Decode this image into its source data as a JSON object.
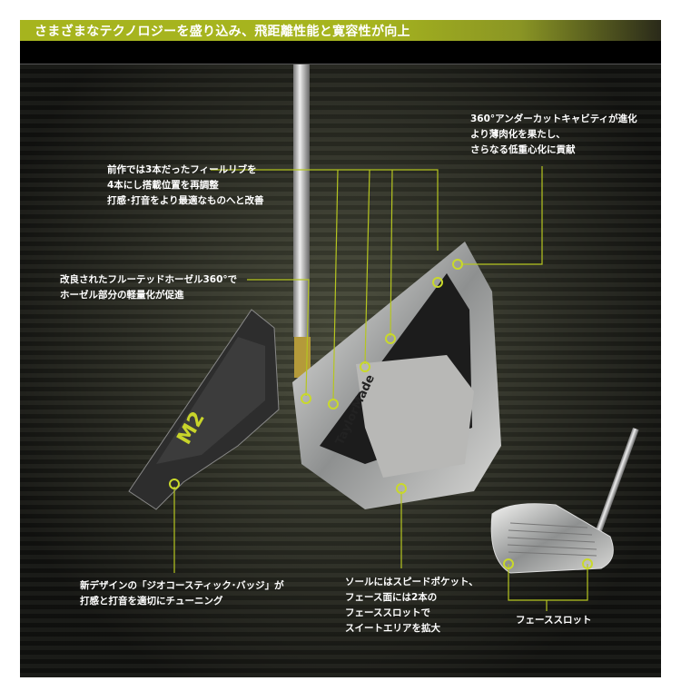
{
  "header": {
    "title": "さまざまなテクノロジーを盛り込み、飛距離性能と寛容性が向上"
  },
  "annotations": {
    "cavity": [
      "360°アンダーカットキャビティが進化",
      "より薄肉化を果たし、",
      "さらなる低重心化に貢献"
    ],
    "ribs": [
      "前作では3本だったフィールリブを",
      "4本にし搭載位置を再調整",
      "打感･打音をより最適なものへと改善"
    ],
    "hosel": [
      "改良されたフルーテッドホーゼル360°で",
      "ホーゼル部分の軽量化が促進"
    ],
    "badge": [
      "新デザインの「ジオコースティック･バッジ」が",
      "打感と打音を適切にチューニング"
    ],
    "sole": [
      "ソールにはスピードポケット、",
      "フェース面には2本の",
      "フェーススロットで",
      "スイートエリアを拡大"
    ],
    "face_slot": [
      "フェーススロット"
    ]
  },
  "product": {
    "brand": "TaylorMade",
    "model": "M2"
  },
  "colors": {
    "accent": "#b5c520",
    "background": "#1a1a18"
  }
}
